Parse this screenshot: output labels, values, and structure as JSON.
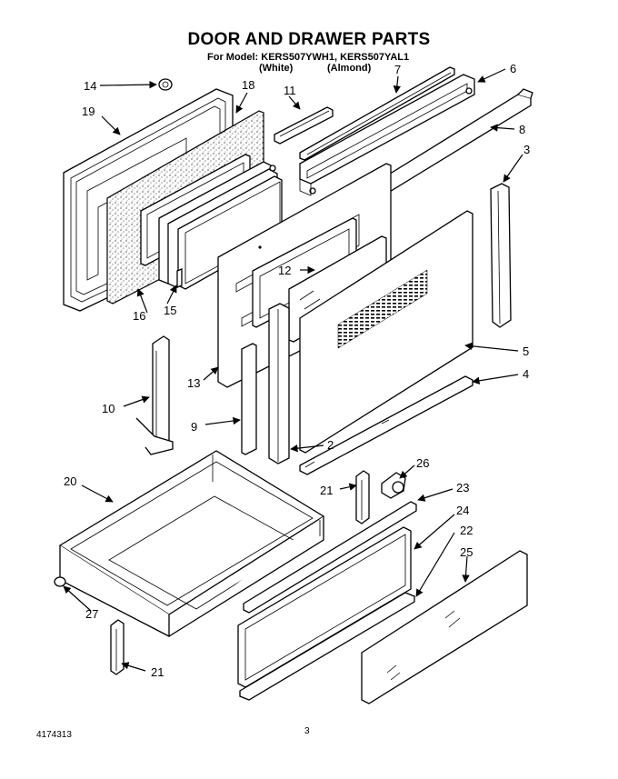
{
  "header": {
    "title": "DOOR AND DRAWER PARTS",
    "model_line": "For Model: KERS507YWH1, KERS507YAL1",
    "variants": [
      "(White)",
      "(Almond)"
    ]
  },
  "callouts": {
    "p2": "2",
    "p3": "3",
    "p4": "4",
    "p5": "5",
    "p6": "6",
    "p7": "7",
    "p8": "8",
    "p9": "9",
    "p10": "10",
    "p11": "11",
    "p12": "12",
    "p13": "13",
    "p14": "14",
    "p15": "15",
    "p16": "16",
    "p18": "18",
    "p19": "19",
    "p20": "20",
    "p21a": "21",
    "p21b": "21",
    "p22": "22",
    "p23": "23",
    "p24": "24",
    "p25": "25",
    "p26": "26",
    "p27": "27"
  },
  "footer": {
    "doc_number": "4174313",
    "page": "3"
  }
}
